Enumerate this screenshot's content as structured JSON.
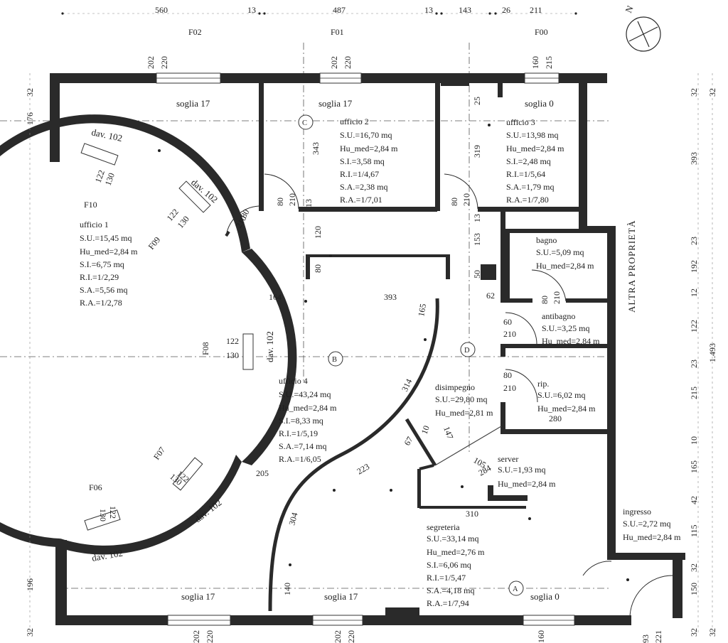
{
  "dims_top": [
    "560",
    "13",
    "487",
    "13",
    "143",
    "26",
    "211"
  ],
  "facade_codes": [
    "F02",
    "F01",
    "F00"
  ],
  "window_dims_top": [
    [
      "202",
      "220"
    ],
    [
      "202",
      "220"
    ],
    [
      "160",
      "215"
    ]
  ],
  "window_dims_bottom": [
    [
      "202",
      "220"
    ],
    [
      "202",
      "220"
    ],
    [
      "160"
    ]
  ],
  "sill_labels": [
    "soglia 17",
    "soglia 17",
    "soglia 0",
    "soglia 17",
    "soglia 17",
    "soglia 0"
  ],
  "dims_left": [
    "32",
    "176",
    "196",
    "32"
  ],
  "dims_right": [
    "32",
    "393",
    "23",
    "192",
    "12",
    "122",
    "23",
    "215",
    "10",
    "165",
    "42",
    "115",
    "32",
    "150",
    "32"
  ],
  "dims_right_outer": [
    "32",
    "1.493",
    "32"
  ],
  "dims_bottom": [
    "93",
    "221"
  ],
  "north": "N",
  "neighbor_label": "ALTRA PROPRIETÀ",
  "section_marks": [
    "C",
    "B",
    "D",
    "A"
  ],
  "rooms": [
    {
      "name": "ufficio 1",
      "su": "S.U.=15,45 mq",
      "hu": "Hu_med=2,84 m",
      "si": "S.I.=6,75 mq",
      "ri": "R.I.=1/2,29",
      "sa": "S.A.=5,56 mq",
      "ra": "R.A.=1/2,78"
    },
    {
      "name": "ufficio 2",
      "su": "S.U.=16,70 mq",
      "hu": "Hu_med=2,84 m",
      "si": "S.I.=3,58 mq",
      "ri": "R.I.=1/4,67",
      "sa": "S.A.=2,38 mq",
      "ra": "R.A.=1/7,01"
    },
    {
      "name": "ufficio 3",
      "su": "S.U.=13,98 mq",
      "hu": "Hu_med=2,84 m",
      "si": "S.I.=2,48 mq",
      "ri": "R.I.=1/5,64",
      "sa": "S.A.=1,79 mq",
      "ra": "R.A.=1/7,80"
    },
    {
      "name": "ufficio 4",
      "su": "S.U.=43,24 mq",
      "hu": "Hu_med=2,84 m",
      "si": "S.I.=8,33 mq",
      "ri": "R.I.=1/5,19",
      "sa": "S.A.=7,14 mq",
      "ra": "R.A.=1/6,05"
    },
    {
      "name": "segreteria",
      "su": "S.U.=33,14 mq",
      "hu": "Hu_med=2,76 m",
      "si": "S.I.=6,06 mq",
      "ri": "R.I.=1/5,47",
      "sa": "S.A.=4,18 mq",
      "ra": "R.A.=1/7,94"
    },
    {
      "name": "bagno",
      "su": "S.U.=5,09 mq",
      "hu": "Hu_med=2,84 m"
    },
    {
      "name": "antibagno",
      "su": "S.U.=3,25 mq",
      "hu": "Hu_med=2,84 m"
    },
    {
      "name": "rip.",
      "su": "S.U.=6,02 mq",
      "hu": "Hu_med=2,84 m"
    },
    {
      "name": "disimpegno",
      "su": "S.U.=29,80 mq",
      "hu": "Hu_med=2,81 m"
    },
    {
      "name": "server",
      "su": "S.U.=1,93 mq",
      "hu": "Hu_med=2,84 m"
    },
    {
      "name": "ingresso",
      "su": "S.U.=2,72 mq",
      "hu": "Hu_med=2,84 m"
    }
  ],
  "arc_windows": [
    {
      "code": "F10",
      "dims": [
        "122",
        "130"
      ]
    },
    {
      "code": "F09",
      "dims": [
        "122",
        "130"
      ]
    },
    {
      "code": "F08",
      "dims": [
        "122",
        "130"
      ]
    },
    {
      "code": "F07",
      "dims": [
        "122",
        "130"
      ]
    },
    {
      "code": "F06",
      "dims": [
        "122",
        "130"
      ]
    }
  ],
  "dav_labels": [
    "dav. 102",
    "dav. 102",
    "dav. 102",
    "dav. 102",
    "dav. 102"
  ],
  "door_dims": [
    "80",
    "210",
    "80",
    "210",
    "80",
    "210",
    "80",
    "210",
    "60",
    "210",
    "80",
    "210",
    "13",
    "13",
    "120",
    "80",
    "25",
    "319",
    "153",
    "50",
    "62"
  ],
  "inner_dims": [
    "164",
    "393",
    "165",
    "314",
    "223",
    "304",
    "205",
    "140",
    "67",
    "10",
    "147",
    "105",
    "284",
    "310",
    "280",
    "343"
  ]
}
